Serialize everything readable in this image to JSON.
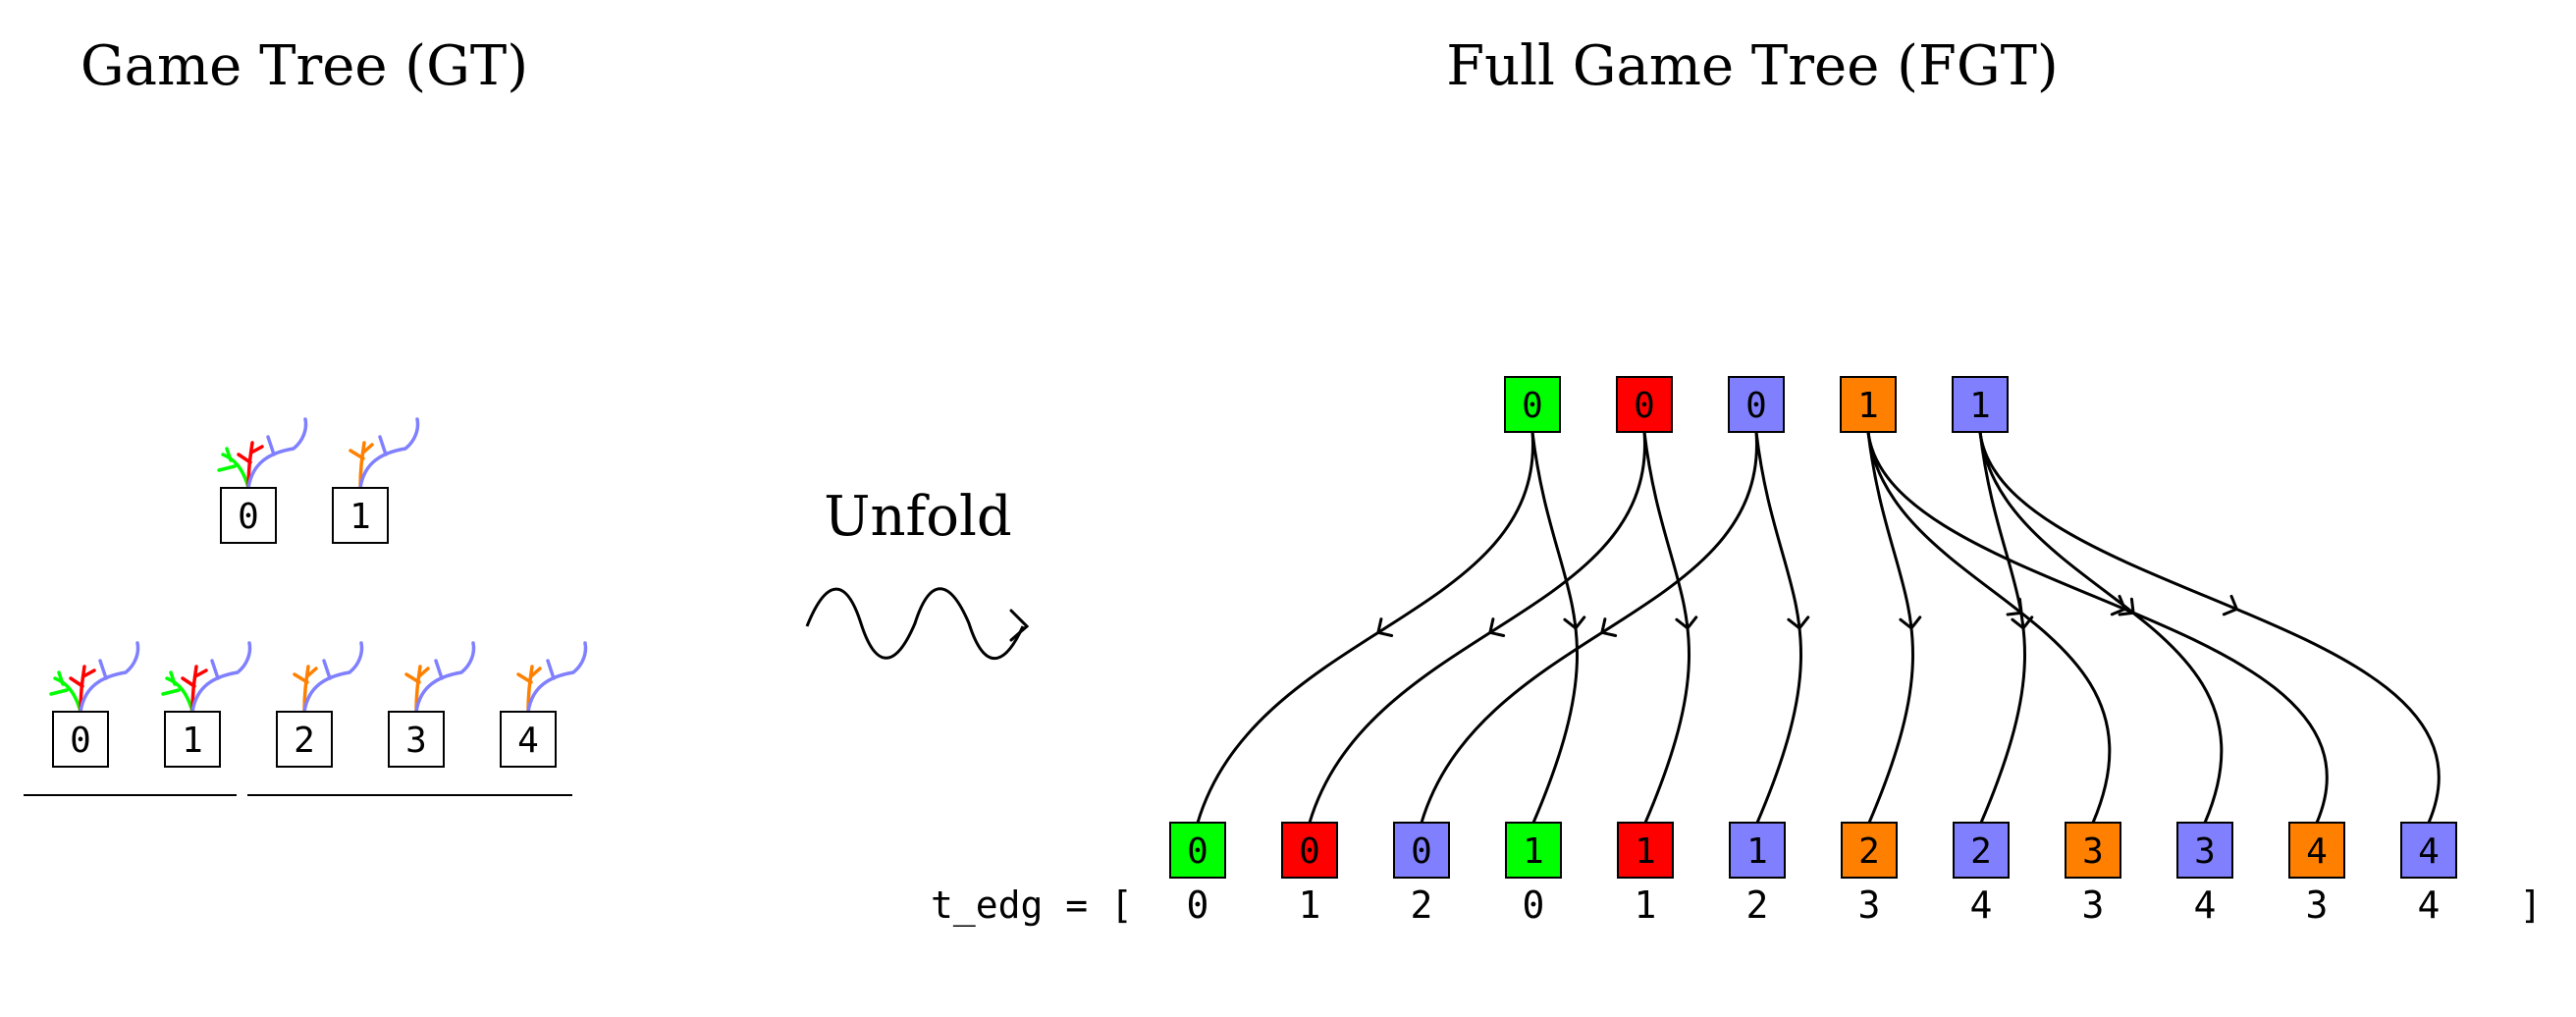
{
  "titles": {
    "left": "Game Tree (GT)",
    "right": "Full Game Tree (FGT)",
    "unfold": "Unfold"
  },
  "colors": {
    "green": "#00ff00",
    "red": "#ff0000",
    "blue": "#8080ff",
    "orange": "#ff8000",
    "white": "#ffffff"
  },
  "gt": {
    "top_nodes": [
      {
        "label": "0",
        "branches": [
          "green",
          "red",
          "blue"
        ]
      },
      {
        "label": "1",
        "branches": [
          "orange",
          "blue"
        ]
      }
    ],
    "bottom_nodes": [
      {
        "label": "0",
        "branches": [
          "green",
          "red",
          "blue"
        ]
      },
      {
        "label": "1",
        "branches": [
          "green",
          "red",
          "blue"
        ]
      },
      {
        "label": "2",
        "branches": [
          "orange",
          "blue"
        ]
      },
      {
        "label": "3",
        "branches": [
          "orange",
          "blue"
        ]
      },
      {
        "label": "4",
        "branches": [
          "orange",
          "blue"
        ]
      }
    ],
    "groups": [
      [
        0,
        1
      ],
      [
        2,
        3,
        4
      ]
    ]
  },
  "fgt": {
    "top_nodes": [
      {
        "label": "0",
        "color": "green"
      },
      {
        "label": "0",
        "color": "red"
      },
      {
        "label": "0",
        "color": "blue"
      },
      {
        "label": "1",
        "color": "orange"
      },
      {
        "label": "1",
        "color": "blue"
      }
    ],
    "bottom_nodes": [
      {
        "label": "0",
        "color": "green",
        "parent": 0
      },
      {
        "label": "0",
        "color": "red",
        "parent": 1
      },
      {
        "label": "0",
        "color": "blue",
        "parent": 2
      },
      {
        "label": "1",
        "color": "green",
        "parent": 0
      },
      {
        "label": "1",
        "color": "red",
        "parent": 1
      },
      {
        "label": "1",
        "color": "blue",
        "parent": 2
      },
      {
        "label": "2",
        "color": "orange",
        "parent": 3
      },
      {
        "label": "2",
        "color": "blue",
        "parent": 4
      },
      {
        "label": "3",
        "color": "orange",
        "parent": 3
      },
      {
        "label": "3",
        "color": "blue",
        "parent": 4
      },
      {
        "label": "4",
        "color": "orange",
        "parent": 3
      },
      {
        "label": "4",
        "color": "blue",
        "parent": 4
      }
    ],
    "t_edg_prefix": "t_edg = [",
    "t_edg_suffix": "]",
    "t_edg": [
      "0",
      "1",
      "2",
      "0",
      "1",
      "2",
      "3",
      "4",
      "3",
      "4",
      "3",
      "4"
    ]
  }
}
